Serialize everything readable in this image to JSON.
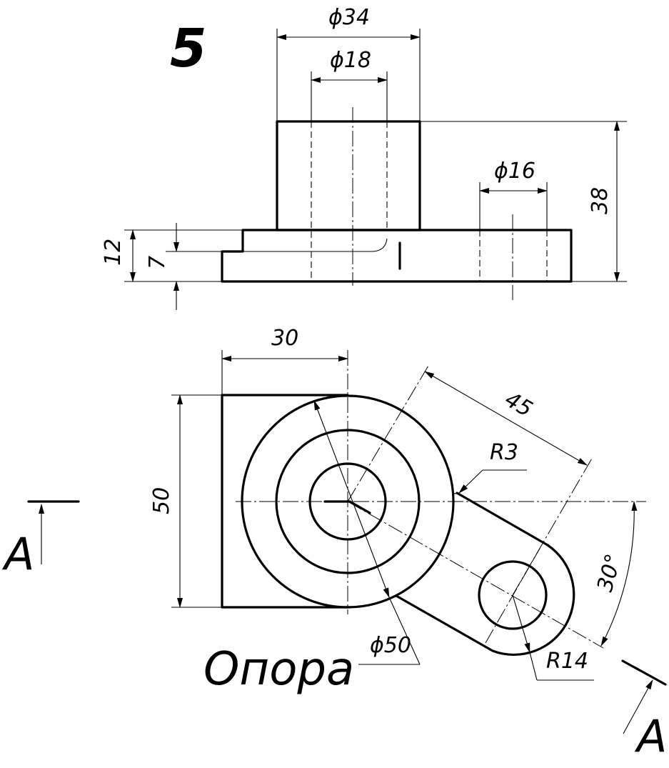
{
  "drawing": {
    "variant_number": "5",
    "part_name": "Опора",
    "section_label_left": "A",
    "section_label_right": "A"
  },
  "front_view": {
    "dims": {
      "boss_diameter": "ϕ34",
      "bore_diameter": "ϕ18",
      "hole_diameter": "ϕ16",
      "overall_height": "38",
      "base_height": "12",
      "step_height": "7"
    }
  },
  "top_view": {
    "dims": {
      "width_left": "30",
      "height_left": "50",
      "center_distance": "45",
      "fillet_radius": "R3",
      "arm_angle": "30°",
      "outer_diameter": "ϕ50",
      "arm_end_radius": "R14"
    }
  }
}
